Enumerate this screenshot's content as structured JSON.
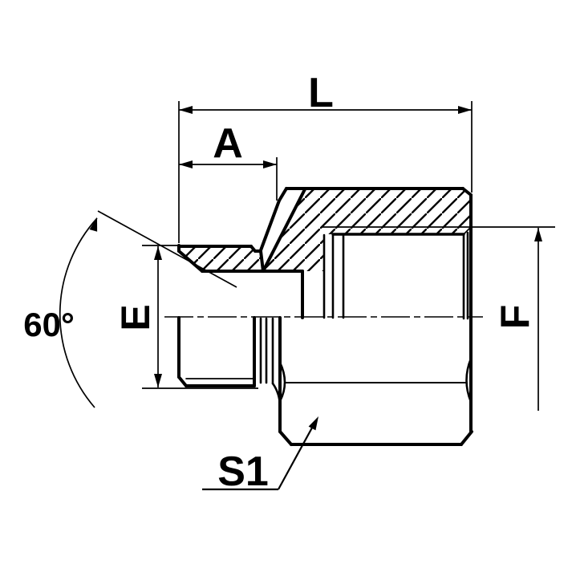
{
  "drawing": {
    "type": "technical-section-drawing",
    "labels": {
      "overall_length": "L",
      "thread_length": "A",
      "male_thread_diameter": "E",
      "female_thread_diameter": "F",
      "hex_across_flats": "S1",
      "cone_angle": "60°"
    },
    "colors": {
      "line": "#000000",
      "background": "#ffffff"
    }
  }
}
